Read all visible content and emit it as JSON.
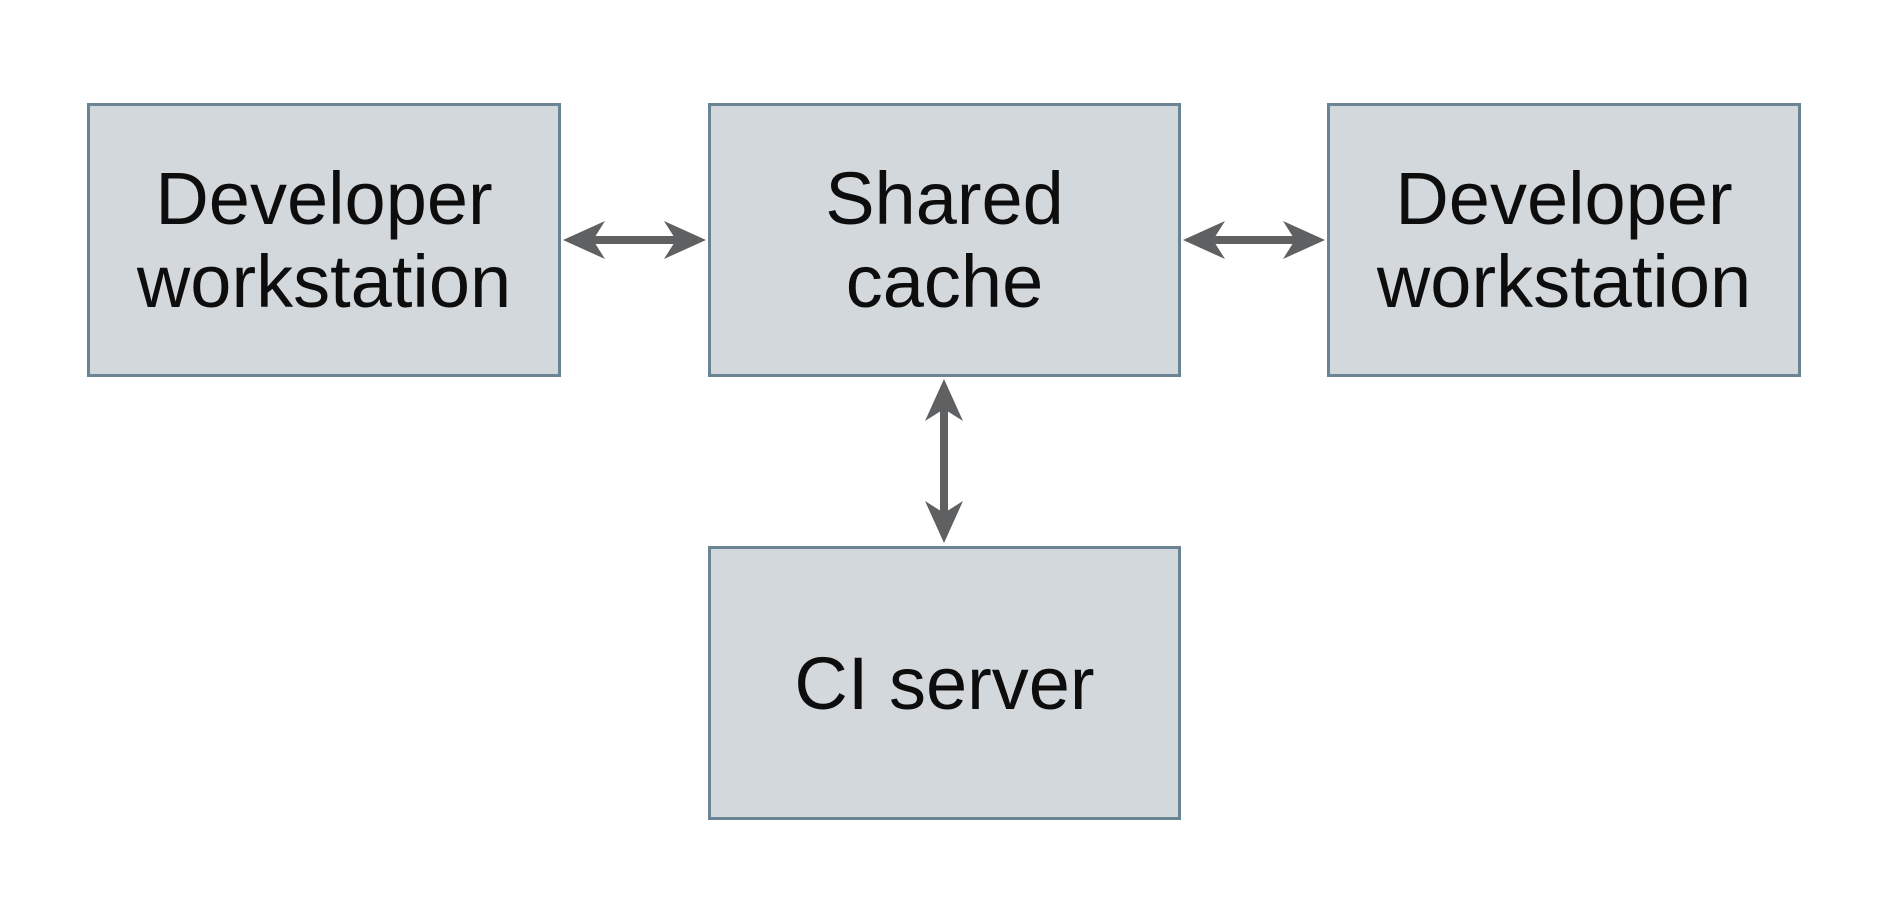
{
  "diagram": {
    "type": "architecture-diagram",
    "nodes": [
      {
        "id": "developer-workstation-left",
        "label": "Developer workstation",
        "line1": "Developer",
        "line2": "workstation"
      },
      {
        "id": "shared-cache",
        "label": "Shared cache",
        "line1": "Shared",
        "line2": "cache"
      },
      {
        "id": "developer-workstation-right",
        "label": "Developer workstation",
        "line1": "Developer",
        "line2": "workstation"
      },
      {
        "id": "ci-server",
        "label": "CI server",
        "line1": "CI server"
      }
    ],
    "edges": [
      {
        "from": "developer-workstation-left",
        "to": "shared-cache",
        "direction": "bidirectional",
        "orientation": "horizontal"
      },
      {
        "from": "shared-cache",
        "to": "developer-workstation-right",
        "direction": "bidirectional",
        "orientation": "horizontal"
      },
      {
        "from": "shared-cache",
        "to": "ci-server",
        "direction": "bidirectional",
        "orientation": "vertical"
      }
    ],
    "colors": {
      "background": "#ffffff",
      "node_fill": "#d2d8db",
      "node_border": "#6b8494",
      "arrow": "#5f6062",
      "text": "#0d0d0d"
    }
  }
}
